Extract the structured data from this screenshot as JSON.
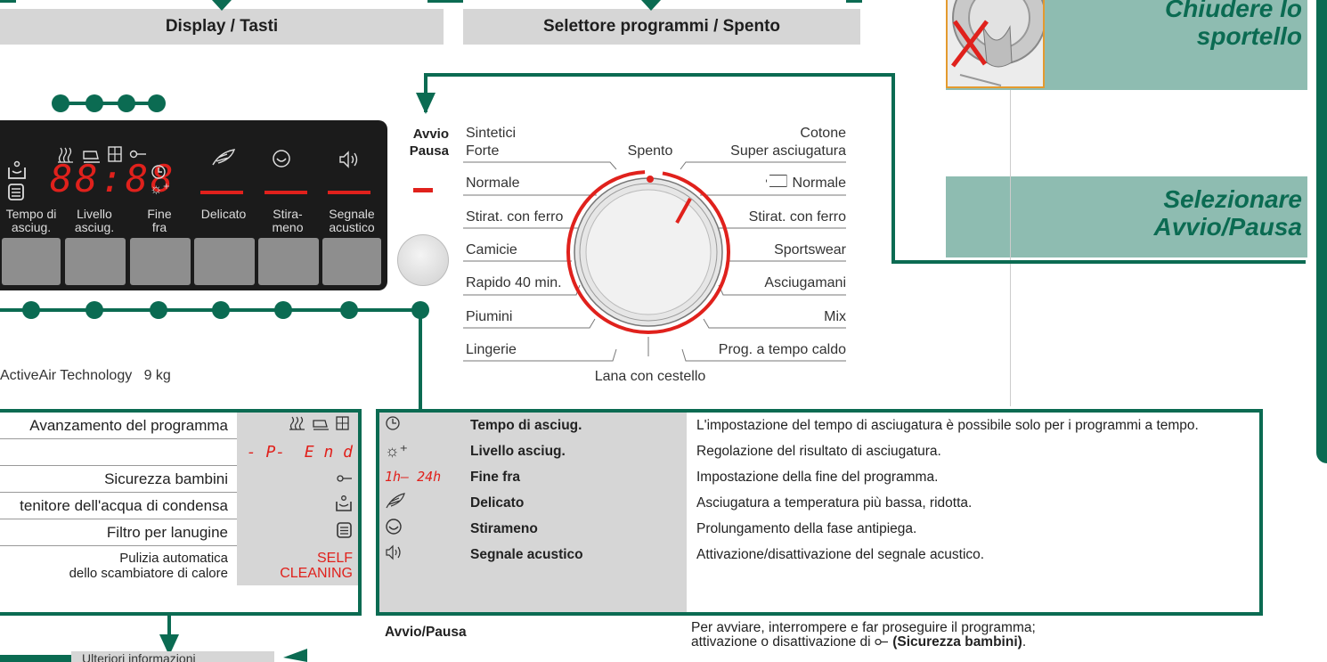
{
  "headers": {
    "display_keys": "Display / Tasti",
    "program_selector": "Selettore programmi / Spento"
  },
  "instructions": {
    "close_door": [
      "Chiudere lo",
      "sportello"
    ],
    "select_start": [
      "Selezionare",
      "Avvio/Pausa"
    ]
  },
  "start_button": {
    "line1": "Avvio",
    "line2": "Pausa"
  },
  "panel": {
    "display_text": "88:88",
    "buttons": [
      {
        "line1": "Tempo di",
        "line2": "asciug."
      },
      {
        "line1": "Livello",
        "line2": "asciug."
      },
      {
        "line1": "Fine",
        "line2": "fra"
      },
      {
        "line1": "Delicato",
        "line2": ""
      },
      {
        "line1": "Stira-",
        "line2": "meno"
      },
      {
        "line1": "Segnale",
        "line2": "acustico"
      }
    ]
  },
  "programs_left": [
    "Sintetici",
    "Forte",
    "Normale",
    "Stirat. con ferro",
    "Camicie",
    "Rapido 40 min.",
    "Piumini",
    "Lingerie"
  ],
  "programs_right": [
    "Cotone",
    "Super asciugatura",
    "Normale",
    "Stirat. con ferro",
    "Sportswear",
    "Asciugamani",
    "Mix",
    "Prog. a tempo caldo"
  ],
  "programs_top": "Spento",
  "programs_bottom": "Lana con cestello",
  "model_line": "ActiveAir Technology   9 kg",
  "display_symbols": [
    {
      "label": "Avanzamento del programma",
      "symbol": "progress-icons"
    },
    {
      "label": "",
      "symbol": "- P-  E n d"
    },
    {
      "label": "Sicurezza bambini",
      "symbol": "key-icon"
    },
    {
      "label": "tenitore dell'acqua di condensa",
      "symbol": "container-icon"
    },
    {
      "label": "Filtro per lanugine",
      "symbol": "filter-icon"
    },
    {
      "label": "Pulizia automatica",
      "label2": "dello scambiatore di calore",
      "symbol": "SELF",
      "symbol2": "CLEANING"
    }
  ],
  "functions": [
    {
      "icon": "clock-icon",
      "name": "Tempo di asciug.",
      "desc": "L'impostazione del tempo di asciugatura è possibile solo per i programmi a tempo."
    },
    {
      "icon": "sun-icon",
      "name": "Livello asciug.",
      "desc": "Regolazione del risultato di asciugatura."
    },
    {
      "icon_text": "1h– 24h",
      "name": "Fine fra",
      "desc": "Impostazione della fine del programma."
    },
    {
      "icon": "feather-icon",
      "name": "Delicato",
      "desc": "Asciugatura a temperatura più bassa, ridotta."
    },
    {
      "icon": "smile-icon",
      "name": "Stirameno",
      "desc": "Prolungamento della fase antipiega."
    },
    {
      "icon": "speaker-icon",
      "name": "Segnale acustico",
      "desc": "Attivazione/disattivazione del segnale acustico."
    }
  ],
  "start_pause_row": {
    "name": "Avvio/Pausa",
    "desc1": "Per avviare, interrompere e far proseguire il programma;",
    "desc2_pre": "attivazione o disattivazione di",
    "desc2_bold": "(Sicurezza bambini)",
    "desc2_post": "."
  },
  "bottom_note": "Ulteriori informazioni"
}
